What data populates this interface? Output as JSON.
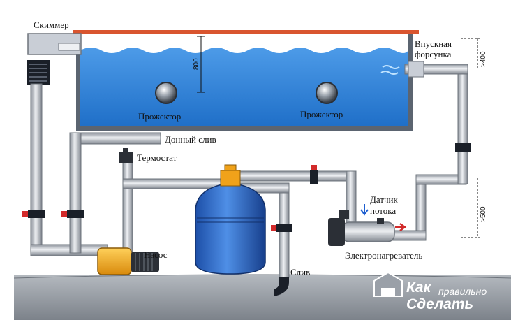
{
  "labels": {
    "skimmer": "Скиммер",
    "inlet_nozzle_line1": "Впускная",
    "inlet_nozzle_line2": "форсунка",
    "depth": "800",
    "inlet_height": ">400",
    "spotlight_left": "Прожектор",
    "spotlight_right": "Прожектор",
    "bottom_drain": "Донный слив",
    "thermostat": "Термостат",
    "flow_sensor_line1": "Датчик",
    "flow_sensor_line2": "потока",
    "heater_height": ">500",
    "pump": "Насос",
    "drain": "Слив",
    "electric_heater": "Электронагреватель"
  },
  "watermark": {
    "word1": "Как",
    "word2": "правильно",
    "word3": "Сделать"
  },
  "colors": {
    "water": "#2f7fd6",
    "pool_wall": "#5b6470",
    "pool_rim": "#d9552f",
    "pipe": "#c9ced6",
    "valve": "#d22a2a",
    "filter": "#2f66c8",
    "pump": "#f0a21a",
    "ground": "#8e959d"
  }
}
